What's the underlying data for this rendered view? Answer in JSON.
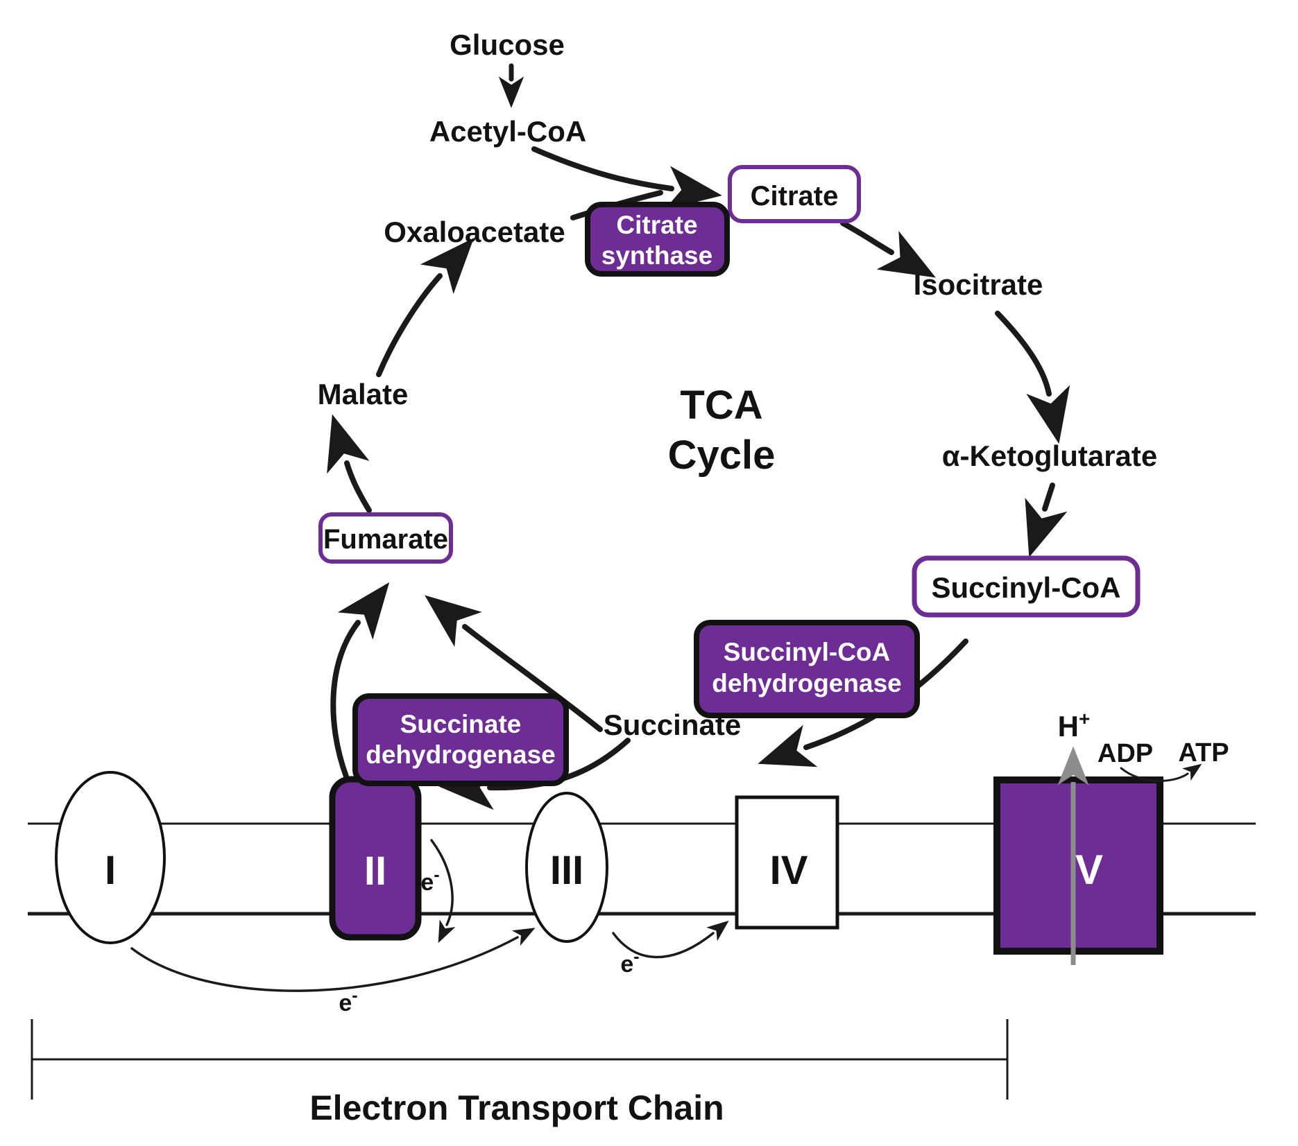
{
  "diagram": {
    "center_title_line1": "TCA",
    "center_title_line2": "Cycle",
    "bottom_title": "Electron Transport Chain"
  },
  "inputs": {
    "glucose": "Glucose",
    "acetyl_coa": "Acetyl-CoA"
  },
  "metabolites": {
    "oxaloacetate": "Oxaloacetate",
    "citrate": "Citrate",
    "isocitrate": "Isocitrate",
    "alpha_ketoglutarate": "α-Ketoglutarate",
    "succinyl_coa": "Succinyl-CoA",
    "succinate": "Succinate",
    "fumarate": "Fumarate",
    "malate": "Malate"
  },
  "enzymes": {
    "citrate_synthase": {
      "line1": "Citrate",
      "line2": "synthase"
    },
    "succinyl_coa_dehydrogenase": {
      "line1": "Succinyl-CoA",
      "line2": "dehydrogenase"
    },
    "succinate_dehydrogenase": {
      "line1": "Succinate",
      "line2": "dehydrogenase"
    }
  },
  "etc_complexes": {
    "complex_i": "I",
    "complex_ii": "II",
    "complex_iii": "III",
    "complex_iv": "IV",
    "complex_v": "V"
  },
  "annotations": {
    "electron": {
      "base": "e",
      "sup": "-"
    },
    "proton": {
      "base": "H",
      "sup": "+"
    },
    "adp": "ADP",
    "atp": "ATP"
  },
  "colors": {
    "purple": "#6E2D94",
    "line_black": "#1A1A1A",
    "gray": "#8C8C8C",
    "background": "#FFFFFF"
  }
}
